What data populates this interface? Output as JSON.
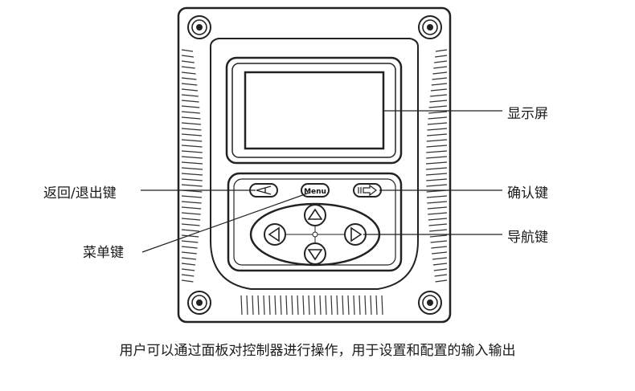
{
  "callouts": {
    "display": "显示屏",
    "back_exit_key": "返回/退出键",
    "confirm_key": "确认键",
    "menu_key": "菜单键",
    "nav_key": "导航键"
  },
  "device": {
    "menu_button_text": "Menu"
  },
  "caption": "用户可以通过面板对控制器进行操作，用于设置和配置的输入输出",
  "colors": {
    "outline": "#222222",
    "housing": "#ffffff",
    "screen": "#ffffff"
  },
  "icons": [
    "back-arrow-icon",
    "confirm-arrow-icon",
    "up-arrow-icon",
    "down-arrow-icon",
    "left-arrow-icon",
    "right-arrow-icon",
    "screw-icon"
  ]
}
